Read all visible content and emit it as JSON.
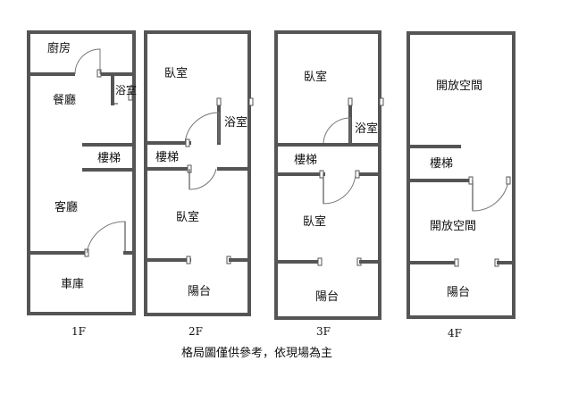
{
  "floors": [
    {
      "label": "1F",
      "rooms": {
        "kitchen": "廚房",
        "dining": "餐廳",
        "bath": "浴室",
        "stairs": "樓梯",
        "living": "客廳",
        "garage": "車庫"
      }
    },
    {
      "label": "2F",
      "rooms": {
        "bedroom_front": "臥室",
        "bath": "浴室",
        "stairs": "樓梯",
        "bedroom_back": "臥室",
        "balcony": "陽台"
      }
    },
    {
      "label": "3F",
      "rooms": {
        "bedroom_front": "臥室",
        "bath": "浴室",
        "stairs": "樓梯",
        "bedroom_back": "臥室",
        "balcony": "陽台"
      }
    },
    {
      "label": "4F",
      "rooms": {
        "open_front": "開放空間",
        "stairs": "樓梯",
        "open_back": "開放空間",
        "balcony": "陽台"
      }
    }
  ],
  "note": "格局圖僅供參考，依現場為主"
}
